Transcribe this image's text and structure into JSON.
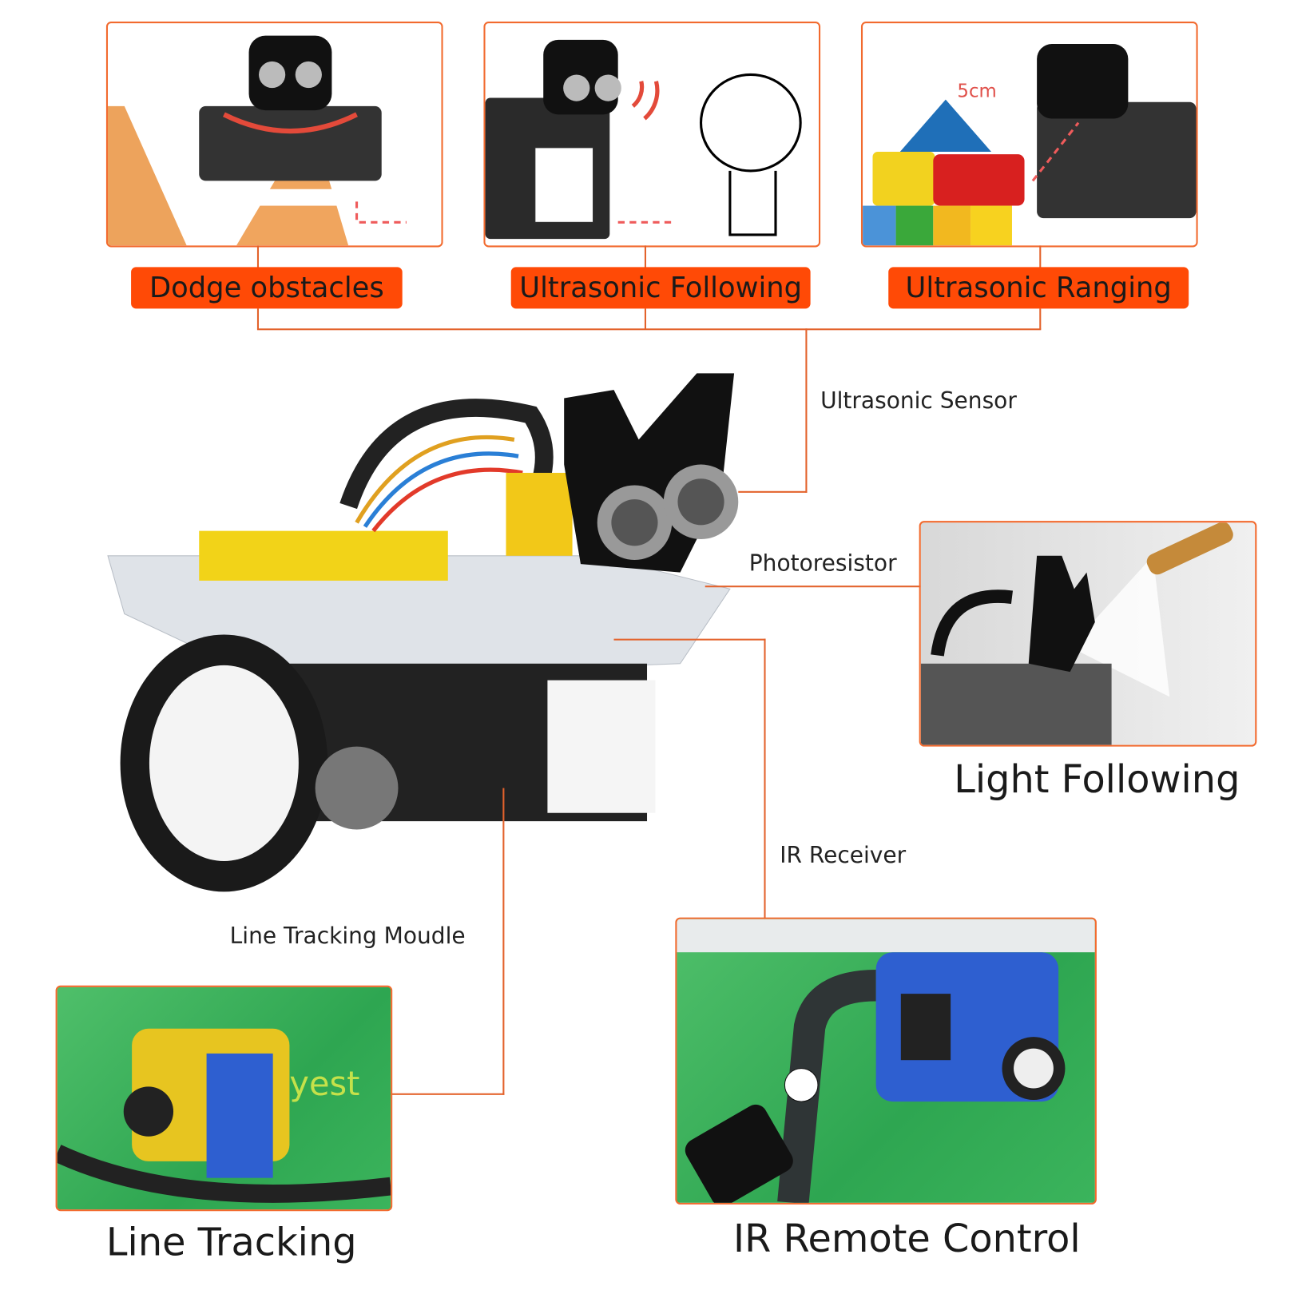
{
  "top_features": [
    {
      "label": "Dodge obstacles"
    },
    {
      "label": "Ultrasonic Following"
    },
    {
      "label": "Ultrasonic Ranging"
    }
  ],
  "ranging_distance": "5cm",
  "components": {
    "ultrasonic_sensor": "Ultrasonic Sensor",
    "photoresistor": "Photoresistor",
    "ir_receiver": "IR Receiver",
    "line_tracking_module": "Line Tracking Moudle"
  },
  "bottom_features": {
    "light_following": "Light Following",
    "line_tracking": "Line Tracking",
    "ir_remote_control": "IR Remote Control"
  },
  "colors": {
    "accent": "#ff4a06",
    "line": "#e3622b"
  }
}
